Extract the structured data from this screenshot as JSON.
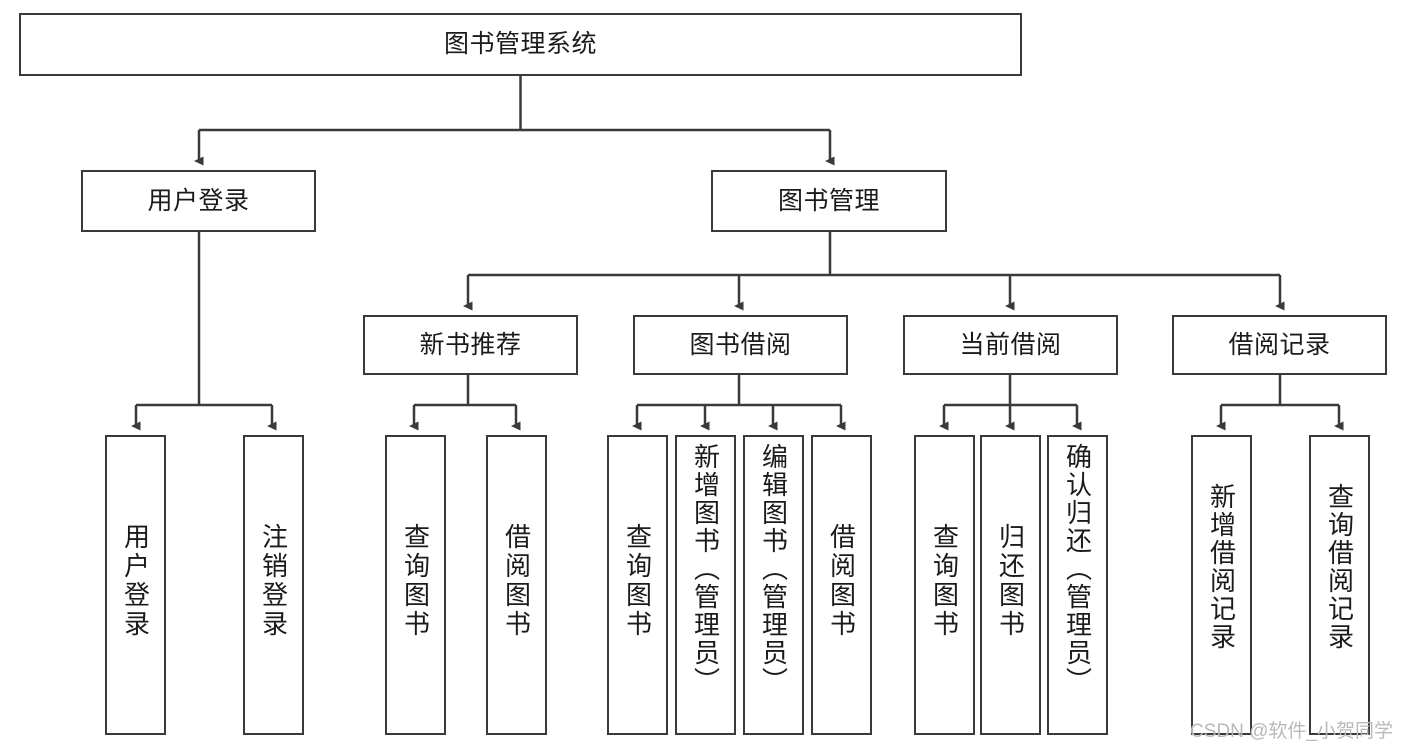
{
  "diagram": {
    "title": "图书管理系统",
    "type": "tree-hierarchy",
    "stroke_color": "#3a3a3a",
    "background_color": "#ffffff",
    "text_color": "#1b1b1b"
  },
  "root": {
    "label": "图书管理系统"
  },
  "level2": [
    {
      "label": "用户登录"
    },
    {
      "label": "图书管理"
    }
  ],
  "level3": [
    {
      "label": "新书推荐"
    },
    {
      "label": "图书借阅"
    },
    {
      "label": "当前借阅"
    },
    {
      "label": "借阅记录"
    }
  ],
  "leaves": {
    "user_login": [
      {
        "label": "用户登录"
      },
      {
        "label": "注销登录"
      }
    ],
    "new_book": [
      {
        "label": "查询图书"
      },
      {
        "label": "借阅图书"
      }
    ],
    "book_borrow": [
      {
        "label": "查询图书"
      },
      {
        "label": "新增图书（管理员）"
      },
      {
        "label": "编辑图书（管理员）"
      },
      {
        "label": "借阅图书"
      }
    ],
    "current_borrow": [
      {
        "label": "查询图书"
      },
      {
        "label": "归还图书"
      },
      {
        "label": "确认归还（管理员）"
      }
    ],
    "borrow_record": [
      {
        "label": "新增借阅记录"
      },
      {
        "label": "查询借阅记录"
      }
    ]
  },
  "watermark": {
    "text": "CSDN @软件_小贺同学",
    "color": "#b9b9b9"
  }
}
